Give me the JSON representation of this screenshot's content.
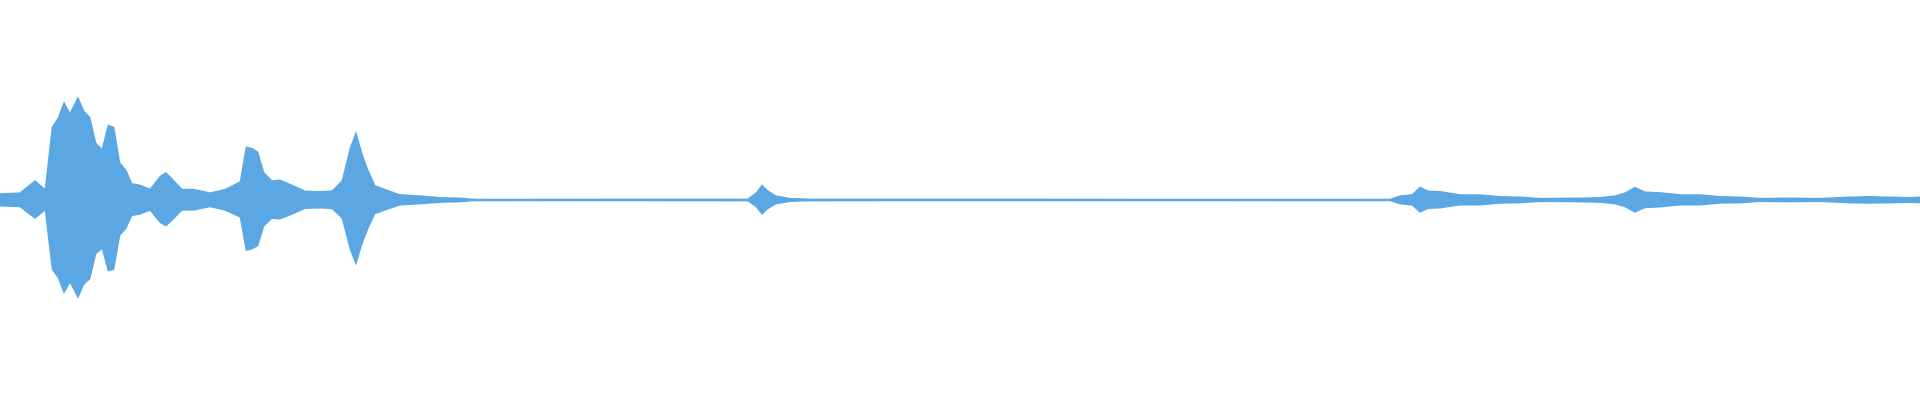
{
  "waveform": {
    "color": "#5aa7e3",
    "background": "#ffffff",
    "segments": [
      {
        "start": 0.0,
        "end": 0.25,
        "level": 0.9
      },
      {
        "start": 0.39,
        "end": 0.425,
        "level": 0.15
      },
      {
        "start": 0.72,
        "end": 1.0,
        "level": 0.12
      }
    ]
  }
}
